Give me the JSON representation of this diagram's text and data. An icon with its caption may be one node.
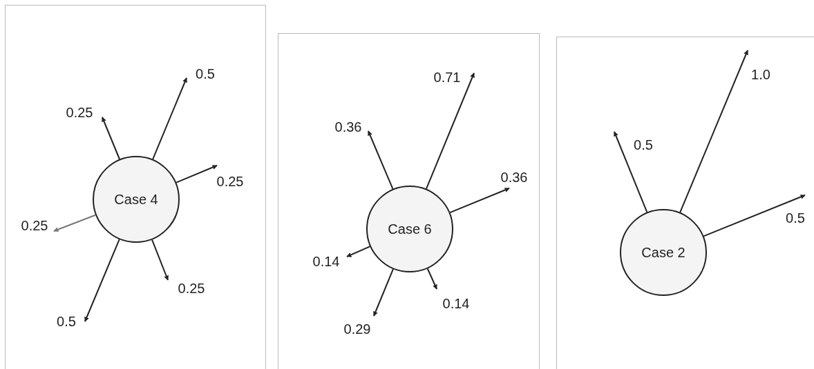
{
  "diagram": {
    "nodes": [
      {
        "text": [],
        "shape": "box"
      },
      {
        "text": [
          "Case 4"
        ],
        "in": 0
      },
      {
        "text": [],
        "shape": "box"
      },
      {
        "text": [
          "Case 6"
        ],
        "in": 2
      },
      {
        "text": [],
        "shape": "box"
      },
      {
        "text": [
          "Case 2"
        ],
        "in": 4
      }
    ],
    "edges": [
      {
        "from": 1,
        "to": null,
        "arrow": "to",
        "label": "0.5"
      },
      {
        "from": 1,
        "to": null,
        "arrow": "to",
        "label": "0.25"
      },
      {
        "from": 1,
        "to": null,
        "arrow": "to",
        "label": "0.25"
      },
      {
        "from": 1,
        "to": null,
        "arrow": "to",
        "label": "0.25"
      },
      {
        "from": 1,
        "to": null,
        "arrow": "to",
        "label": "0.25"
      },
      {
        "from": 1,
        "to": null,
        "arrow": "to",
        "label": "0.5"
      },
      {
        "from": 3,
        "to": null,
        "arrow": "to",
        "label": "0.71"
      },
      {
        "from": 3,
        "to": null,
        "arrow": "to",
        "label": "0.36"
      },
      {
        "from": 3,
        "to": null,
        "arrow": "to",
        "label": "0.36"
      },
      {
        "from": 3,
        "to": null,
        "arrow": "to",
        "label": "0.14"
      },
      {
        "from": 3,
        "to": null,
        "arrow": "to",
        "label": "0.14"
      },
      {
        "from": 3,
        "to": null,
        "arrow": "to",
        "label": "0.29"
      },
      {
        "from": 5,
        "to": null,
        "arrow": "to",
        "label": "1.0"
      },
      {
        "from": 5,
        "to": null,
        "arrow": "to",
        "label": "0.5"
      },
      {
        "from": 5,
        "to": null,
        "arrow": "to",
        "label": "0.5"
      }
    ]
  }
}
